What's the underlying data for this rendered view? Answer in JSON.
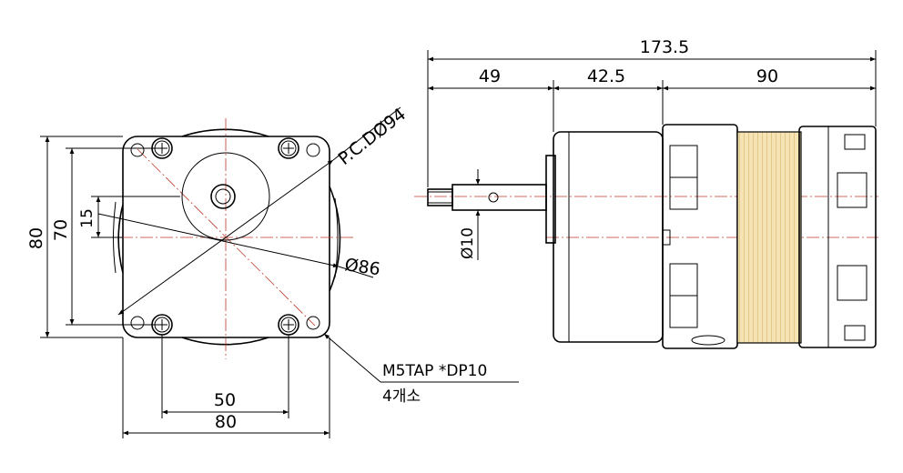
{
  "front_view": {
    "dim_width_80": "80",
    "dim_height_80": "80",
    "dim_height_70": "70",
    "dim_hole_spacing_50": "50",
    "dim_offset_15": "15",
    "pcd_label": "P.C.DØ94",
    "outer_diameter_label": "Ø86",
    "tap_label": "M5TAP *DP10",
    "tap_qty_label": "4개소"
  },
  "side_view": {
    "dim_total": "173.5",
    "dim_segment_1": "49",
    "dim_segment_2": "42.5",
    "dim_segment_3": "90",
    "shaft_diameter_label": "Ø10"
  }
}
